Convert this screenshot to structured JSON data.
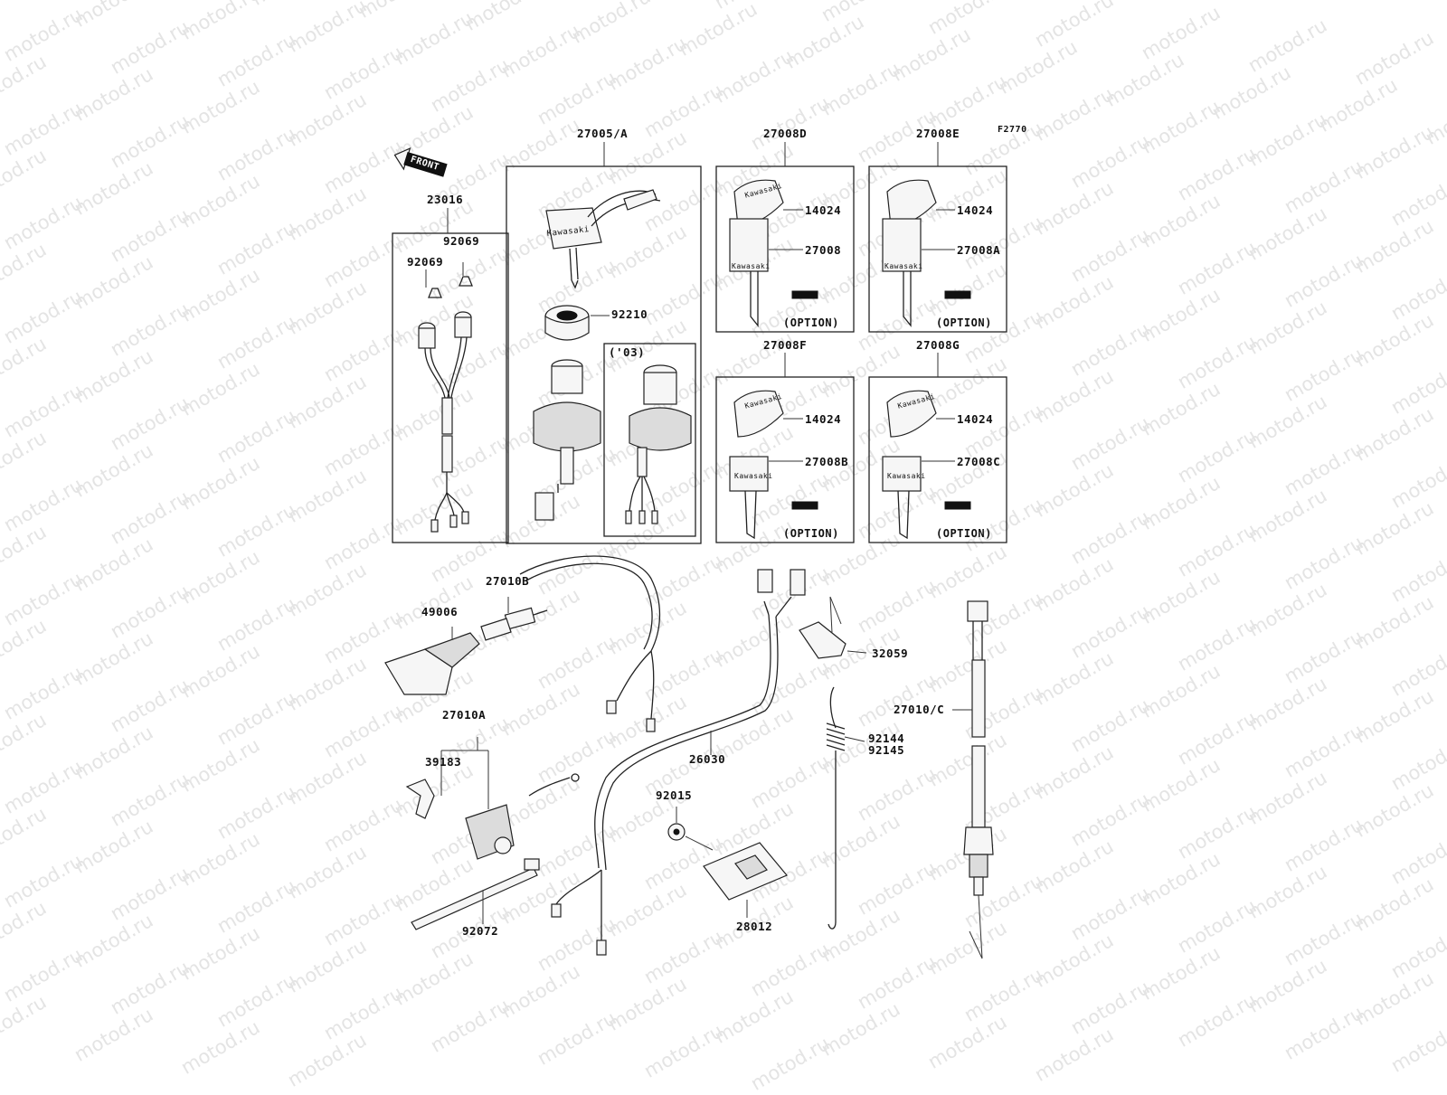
{
  "figure_code": "F2770",
  "watermark_text": "motod.ru",
  "front_arrow_text": "FRONT",
  "labels": {
    "p23016": "23016",
    "p92069a": "92069",
    "p92069b": "92069",
    "p27005a": "27005/A",
    "p92210": "92210",
    "year03": "('03)",
    "p27008d": "27008D",
    "p27008e": "27008E",
    "p27008f": "27008F",
    "p27008g": "27008G",
    "p14024_d": "14024",
    "p14024_e": "14024",
    "p14024_f": "14024",
    "p14024_g": "14024",
    "p27008": "27008",
    "p27008a": "27008A",
    "p27008b": "27008B",
    "p27008c": "27008C",
    "opt_d": "(OPTION)",
    "opt_e": "(OPTION)",
    "opt_f": "(OPTION)",
    "opt_g": "(OPTION)",
    "p27010b": "27010B",
    "p49006": "49006",
    "p27010a": "27010A",
    "p39183": "39183",
    "p26030": "26030",
    "p92015": "92015",
    "p28012": "28012",
    "p92072": "92072",
    "p32059": "32059",
    "p92144": "92144",
    "p92145": "92145",
    "p27010c": "27010/C"
  },
  "key_brand": "Kawasaki",
  "colors": {
    "line": "#222222",
    "watermark": "#e4e4e4",
    "background": "#ffffff"
  }
}
